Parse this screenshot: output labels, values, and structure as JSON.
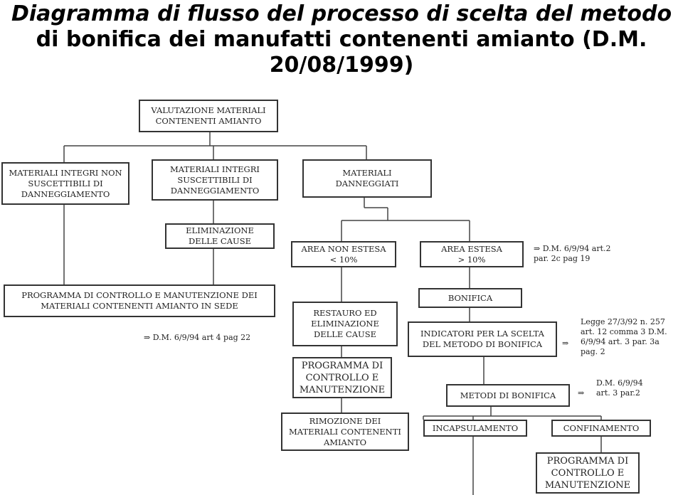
{
  "title": {
    "line1": "Diagramma di flusso del processo di scelta del metodo",
    "line2": "di bonifica dei manufatti contenenti amianto (D.M.",
    "line3": "20/08/1999)"
  },
  "boxes": {
    "valutazione": "VALUTAZIONE MATERIALI\nCONTENENTI AMIANTO",
    "integri_non": "MATERIALI INTEGRI NON\nSUSCETTIBILI DI\nDANNEGGIAMENTO",
    "integri_susc": "MATERIALI INTEGRI\nSUSCETTIBILI DI\nDANNEGGIAMENTO",
    "danneggiati": "MATERIALI\nDANNEGGIATI",
    "eliminazione": "ELIMINAZIONE\nDELLE CAUSE",
    "area_non_estesa": "AREA NON ESTESA\n< 10%",
    "area_estesa": "AREA ESTESA\n> 10%",
    "programma_sede": "PROGRAMMA DI CONTROLLO E MANUTENZIONE DEI\nMATERIALI CONTENENTI AMIANTO IN SEDE",
    "bonifica": "BONIFICA",
    "restauro": "RESTAURO ED\nELIMINAZIONE\nDELLE CAUSE",
    "indicatori": "INDICATORI PER LA SCELTA\nDEL METODO DI BONIFICA",
    "programma_cm1": "PROGRAMMA DI\nCONTROLLO E\nMANUTENZIONE",
    "metodi": "METODI DI BONIFICA",
    "rimozione": "RIMOZIONE DEI\nMATERIALI CONTENENTI\nAMIANTO",
    "incapsulamento": "INCAPSULAMENTO",
    "confinamento": "CONFINAMENTO",
    "programma_cm2": "PROGRAMMA DI\nCONTROLLO E\nMANUTENZIONE"
  },
  "notes": {
    "ref_estesa": "⇒ D.M. 6/9/94 art.2\n    par. 2c pag 19",
    "ref_sede": "⇒ D.M. 6/9/94 art 4 pag 22",
    "ref_indicatori": "Legge 27/3/92 n. 257\nart. 12 comma 3   D.M.\n6/9/94 art. 3 par. 3a\npag. 2",
    "arrow_indicatori": "⇒",
    "ref_metodi": "D.M. 6/9/94\nart. 3 par.2",
    "arrow_metodi": "⇒"
  }
}
